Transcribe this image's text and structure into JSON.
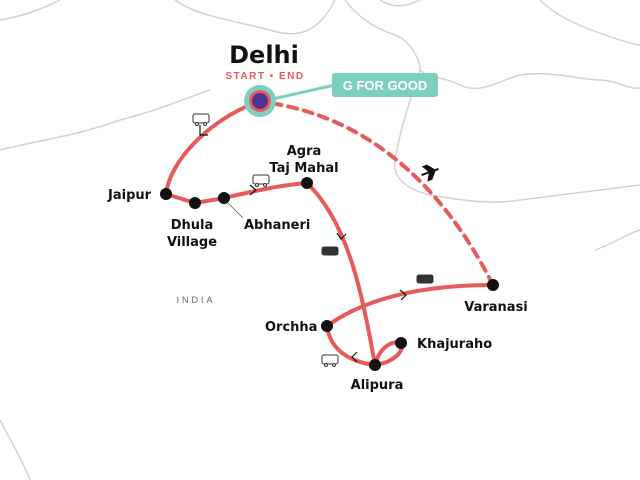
{
  "map": {
    "country_label": "INDIA",
    "start_city": "Delhi",
    "start_subtitle": "START • END",
    "badge": "G FOR GOOD",
    "stops": [
      {
        "name": "Jaipur"
      },
      {
        "name": "Dhula",
        "name2": "Village"
      },
      {
        "name": "Abhaneri"
      },
      {
        "name": "Agra",
        "name2": "Taj Mahal"
      },
      {
        "name": "Varanasi"
      },
      {
        "name": "Orchha"
      },
      {
        "name": "Khajuraho"
      },
      {
        "name": "Alipura"
      }
    ],
    "colors": {
      "route": "#e85a5a",
      "badge": "#7dcfc0",
      "delhi": "#4a3591",
      "border": "#d0d0d0"
    },
    "icons": [
      "bus-icon",
      "plane-icon"
    ]
  }
}
